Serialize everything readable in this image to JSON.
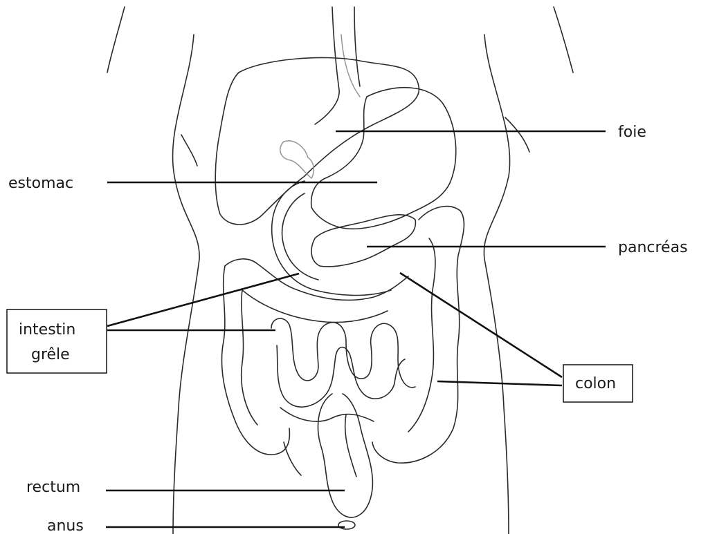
{
  "labels": {
    "foie": "foie",
    "estomac": "estomac",
    "pancreas": "pancréas",
    "intestin_line1": "intestin",
    "intestin_line2": "grêle",
    "colon": "colon",
    "rectum": "rectum",
    "anus": "anus"
  }
}
